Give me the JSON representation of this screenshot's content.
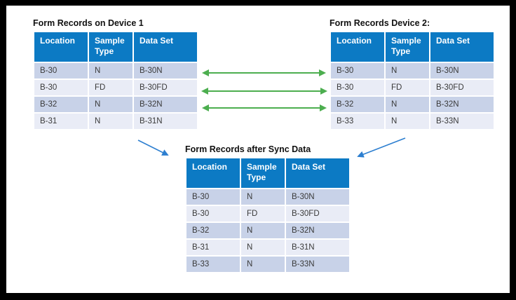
{
  "colors": {
    "frame": "#000000",
    "header_bg": "#0c7ac4",
    "header_text": "#ffffff",
    "row_dark": "#c8d2e8",
    "row_light": "#e9ecf6",
    "cell_text": "#3a3a3a",
    "title_text": "#111111",
    "sync_arrow": "#4cae4f",
    "merge_arrow": "#2d7fd0"
  },
  "columns": [
    "Location",
    "Sample Type",
    "Data Set"
  ],
  "tables": {
    "device1": {
      "title": "Form Records on Device 1",
      "rows": [
        [
          "B-30",
          "N",
          "B-30N"
        ],
        [
          "B-30",
          "FD",
          "B-30FD"
        ],
        [
          "B-32",
          "N",
          "B-32N"
        ],
        [
          "B-31",
          "N",
          "B-31N"
        ]
      ]
    },
    "device2": {
      "title": "Form Records Device 2:",
      "rows": [
        [
          "B-30",
          "N",
          "B-30N"
        ],
        [
          "B-30",
          "FD",
          "B-30FD"
        ],
        [
          "B-32",
          "N",
          "B-32N"
        ],
        [
          "B-33",
          "N",
          "B-33N"
        ]
      ]
    },
    "synced": {
      "title": "Form Records after Sync Data",
      "rows": [
        [
          "B-30",
          "N",
          "B-30N"
        ],
        [
          "B-30",
          "FD",
          "B-30FD"
        ],
        [
          "B-32",
          "N",
          "B-32N"
        ],
        [
          "B-31",
          "N",
          "B-31N"
        ],
        [
          "B-33",
          "N",
          "B-33N"
        ]
      ]
    }
  }
}
